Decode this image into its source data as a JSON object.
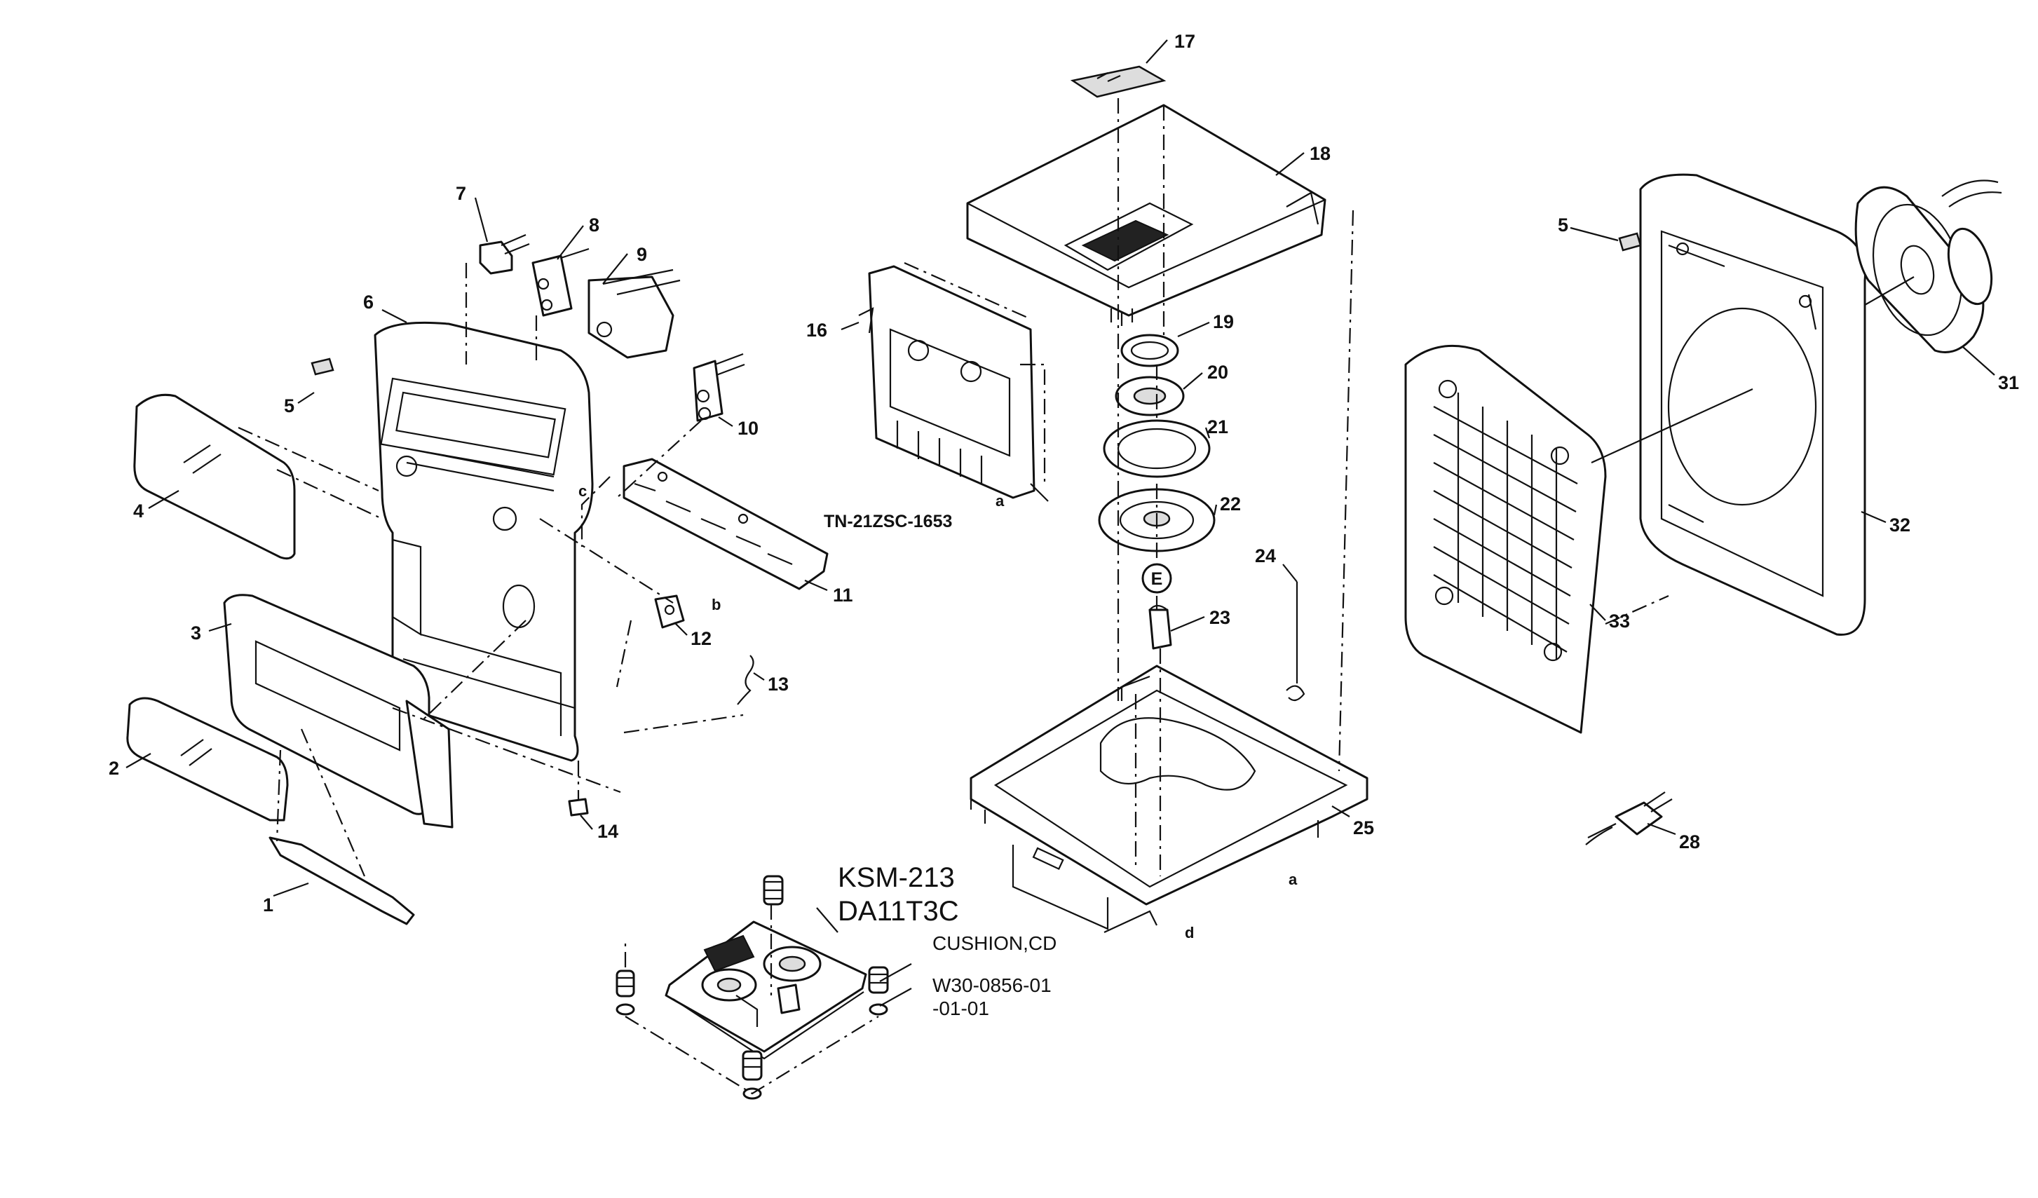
{
  "callouts": {
    "n1": "1",
    "n2": "2",
    "n3": "3",
    "n4": "4",
    "n5a": "5",
    "n5b": "5",
    "n6": "6",
    "n7": "7",
    "n8": "8",
    "n9": "9",
    "n10": "10",
    "n11": "11",
    "n12": "12",
    "n13": "13",
    "n14": "14",
    "n16": "16",
    "n17": "17",
    "n18": "18",
    "n19": "19",
    "n20": "20",
    "n21": "21",
    "n22": "22",
    "n23": "23",
    "n24": "24",
    "n25": "25",
    "n28": "28",
    "n31": "31",
    "n32": "32",
    "n33": "33"
  },
  "labels": {
    "tuner_module": "TN-21ZSC-1653",
    "cd_mech_model": "KSM-213",
    "cd_mech_code": "DA11T3C",
    "cushion": "CUSHION,CD",
    "part_code_line1": "W30-0856-01",
    "part_code_line2": "-01-01",
    "marker_e": "E",
    "ref_a": "a",
    "ref_b": "b",
    "ref_c": "c",
    "ref_d": "d"
  }
}
